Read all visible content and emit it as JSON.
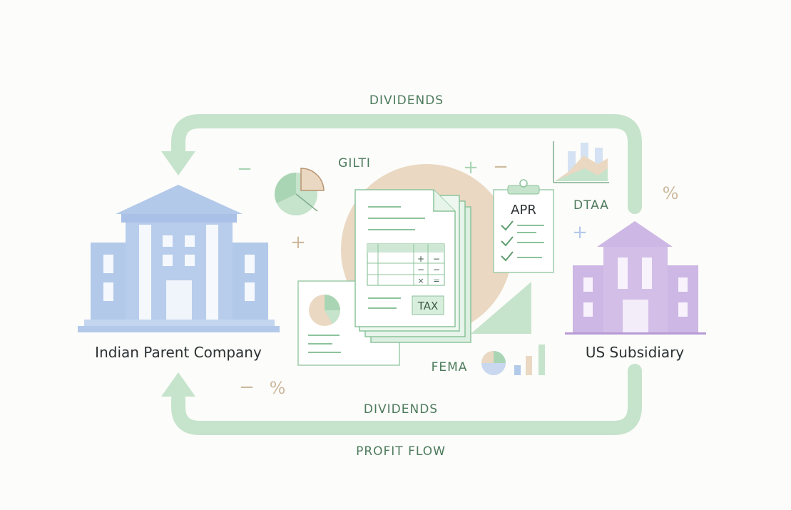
{
  "labels": {
    "top_flow": "DIVIDENDS",
    "bottom_flow": "DIVIDENDS",
    "profit_flow": "PROFIT FLOW",
    "gilti": "GILTI",
    "apr": "APR",
    "dtaa": "DTAA",
    "tax": "TAX",
    "fema": "FEMA"
  },
  "entities": {
    "parent": "Indian Parent Company",
    "subsidiary": "US Subsidiary"
  },
  "symbols": {
    "plus": "+",
    "minus": "−",
    "percent": "%",
    "times": "×",
    "equals": "="
  },
  "colors": {
    "arrow": "#c6e3cc",
    "parent_building": "#b3c9ea",
    "subsidiary_building": "#cdb7e4",
    "label_text": "#4d7b5c",
    "document_outline": "#8cc39b",
    "accent_sand": "#e9d6bf"
  },
  "icons": [
    "bank-building-icon",
    "office-building-icon",
    "pie-chart-icon",
    "document-stack-icon",
    "clipboard-checklist-icon",
    "area-chart-icon",
    "bar-chart-icon"
  ]
}
